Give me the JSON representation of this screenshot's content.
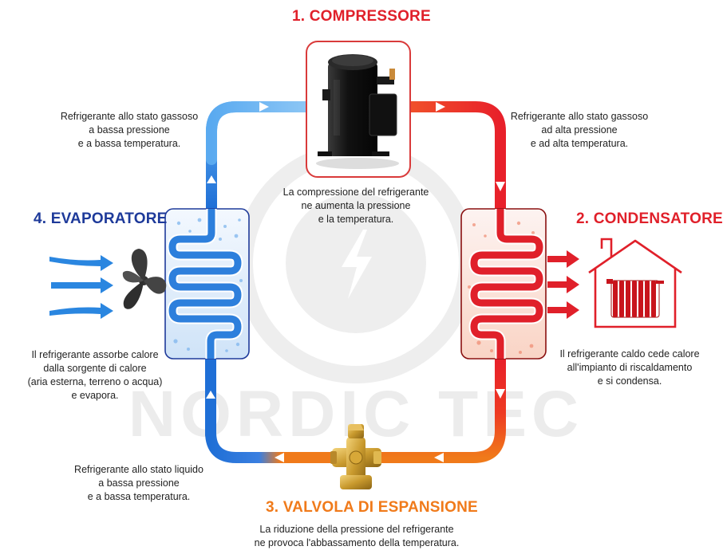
{
  "stages": {
    "compressor": {
      "title": "1. COMPRESSORE",
      "caption": [
        "La compressione del refrigerante",
        "ne aumenta la pressione",
        "e la temperatura."
      ],
      "color": "#e0202a"
    },
    "condenser": {
      "title": "2. CONDENSATORE",
      "caption": [
        "Il refrigerante caldo cede calore",
        "all'impianto di riscaldamento",
        "e si condensa."
      ],
      "color": "#e0202a"
    },
    "valve": {
      "title": "3. VALVOLA DI ESPANSIONE",
      "caption": [
        "La riduzione della pressione del refrigerante",
        "ne provoca l'abbassamento della temperatura."
      ],
      "color": "#f07a1a"
    },
    "evaporator": {
      "title": "4. EVAPORATORE",
      "caption": [
        "Il refrigerante assorbe calore",
        "dalla sorgente di calore",
        "(aria esterna, terreno o acqua)",
        "e evapora."
      ],
      "color": "#1e3a9a"
    }
  },
  "pipe_notes": {
    "top_left": [
      "Refrigerante allo stato gassoso",
      "a bassa pressione",
      "e a bassa temperatura."
    ],
    "top_right": [
      "Refrigerante allo stato gassoso",
      "ad alta pressione",
      "e ad alta temperatura."
    ],
    "bottom_left": [
      "Refrigerante allo stato liquido",
      "a bassa pressione",
      "e a bassa temperatura."
    ]
  },
  "watermark": "NORDIC TEC",
  "colors": {
    "hot": "#e8202a",
    "warm": "#f07a1a",
    "cold": "#2a86e0",
    "cold_dark": "#1e3a9a",
    "watermark": "#ececec"
  },
  "icons": {
    "compressor": "compressor-icon",
    "condenser": "condenser-coil-icon",
    "valve": "expansion-valve-icon",
    "evaporator": "evaporator-coil-icon",
    "fan": "fan-icon",
    "house": "house-radiator-icon",
    "flash": "lightning-icon"
  }
}
